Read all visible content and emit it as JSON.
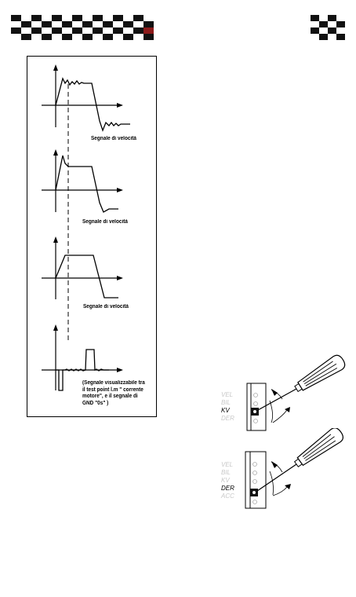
{
  "captions": {
    "wave1": "Segnale di velocità",
    "wave2": "Segnale di velocità",
    "wave3": "Segnale di velocità",
    "wave4_line1": "(Segnale visualizzabile tra",
    "wave4_line2": "il test point l.m \" corrente",
    "wave4_line3": "motore\", e il segnale di",
    "wave4_line4": "GND \"0s\" )"
  },
  "trimmer_upper": {
    "labels": [
      "VEL",
      "BIL",
      "KV",
      "DER"
    ],
    "active": "KV"
  },
  "trimmer_lower": {
    "labels": [
      "VEL",
      "BIL",
      "KV",
      "DER",
      "ACC"
    ],
    "active": "DER"
  },
  "colors": {
    "active_label": "#000000",
    "inactive_label": "#c8c8c8",
    "checker_dark": "#111111",
    "checker_light": "#ffffff",
    "checker_accent": "#8b1a1a"
  }
}
